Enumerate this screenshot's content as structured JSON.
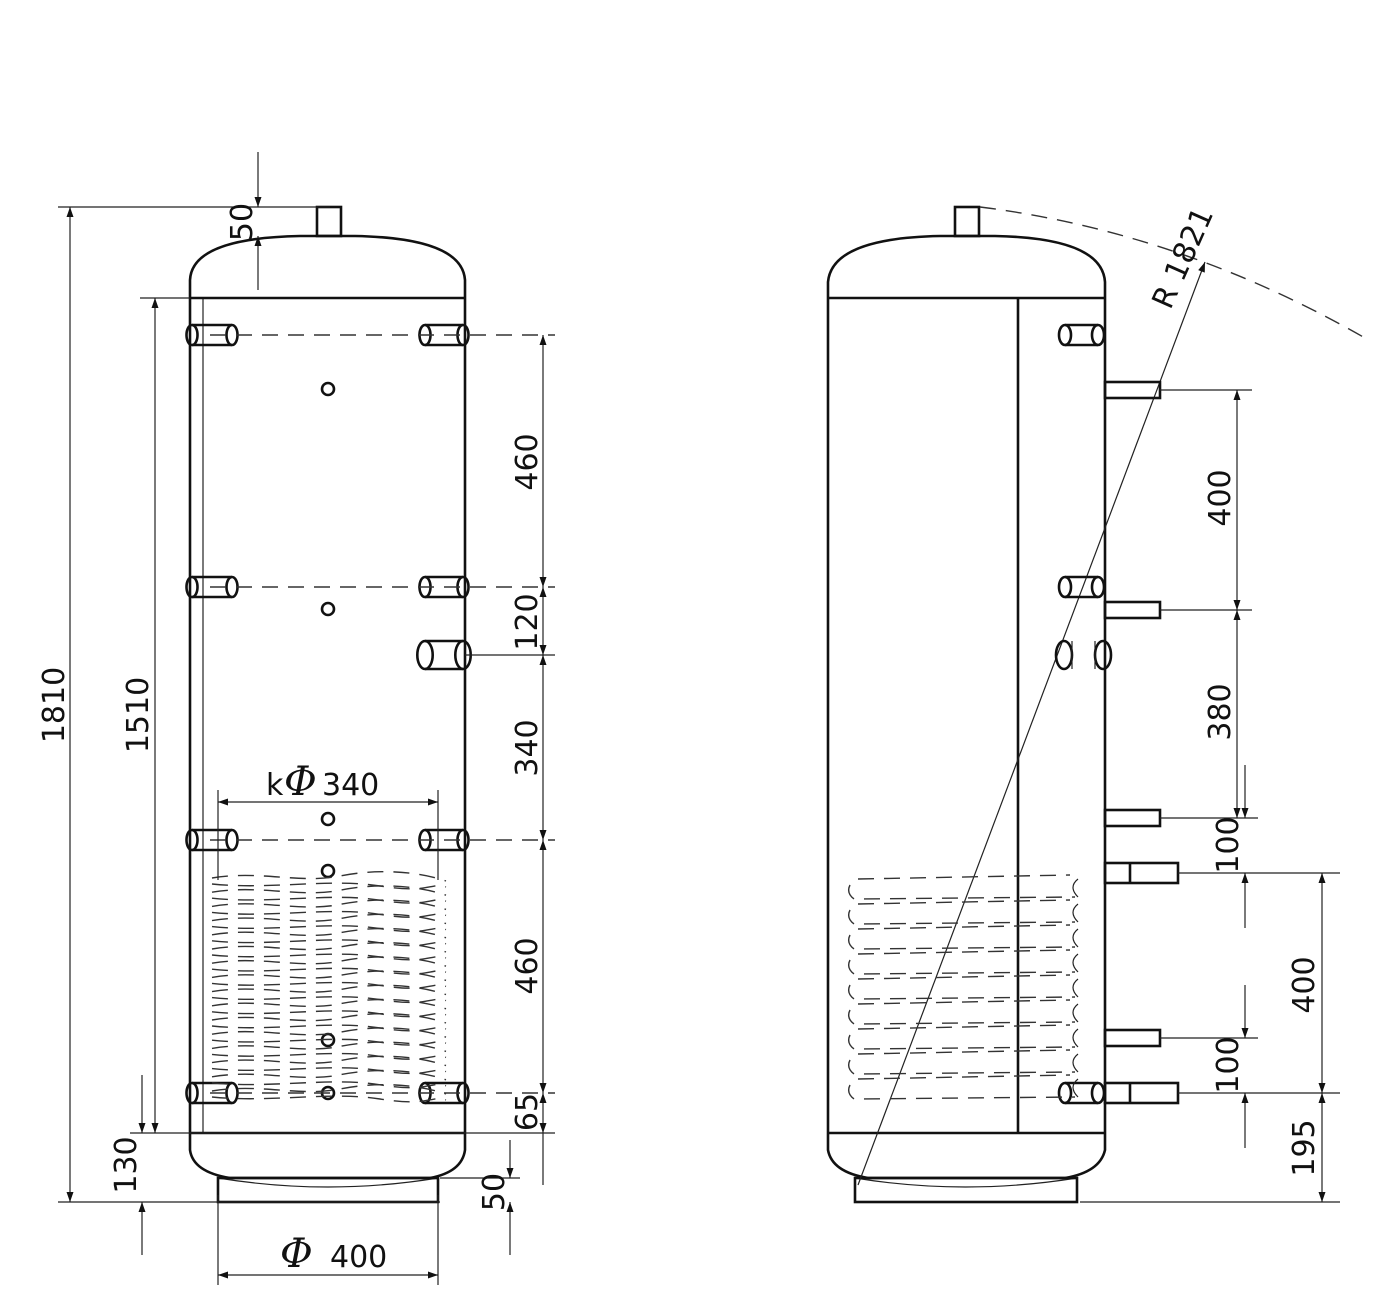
{
  "colors": {
    "line": "#111111",
    "background": "#ffffff"
  },
  "front_view": {
    "dims": {
      "top_nozzle": "50",
      "overall_height": "1810",
      "body_height": "1510",
      "port_spacing_upper": "460",
      "port_spacing_mid": "120",
      "port_spacing_center": "340",
      "port_spacing_lower": "460",
      "bottom_port_offset": "65",
      "base_height": "130",
      "base_ring_height": "50",
      "coil_diameter_prefix": "k",
      "coil_diameter_symbol": "Φ",
      "coil_diameter_value": "340",
      "base_diameter_symbol": "Φ",
      "base_diameter_value": "400"
    }
  },
  "side_view": {
    "radius_label": "R 1821",
    "dims": {
      "side_upper": "400",
      "side_mid": "380",
      "side_short": "100",
      "coil_span": "400",
      "coil_lower": "100",
      "bottom_offset": "195"
    }
  }
}
